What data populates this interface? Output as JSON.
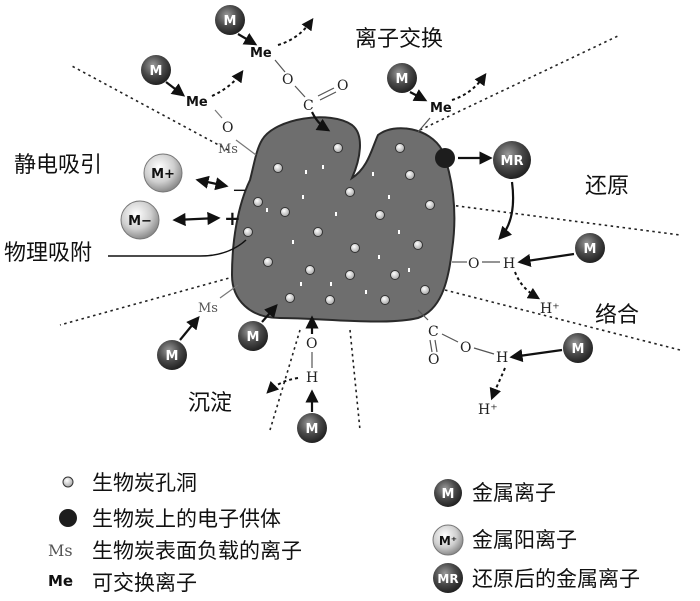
{
  "labels": {
    "ion_exchange": "离子交换",
    "electrostatic": "静电吸引",
    "reduction": "还原",
    "physical": "物理吸附",
    "complexation": "络合",
    "precipitation": "沉淀"
  },
  "legend": {
    "pore": "生物炭孔洞",
    "donor": "生物炭上的电子供体",
    "ms_symbol": "Ms",
    "ms_text": "生物炭表面负载的离子",
    "me_symbol": "Me",
    "me_text": "可交换离子",
    "metal_symbol": "M",
    "metal_text": "金属离子",
    "cation_symbol": "M⁺",
    "cation_text": "金属阳离子",
    "reduced_symbol": "MR",
    "reduced_text": "还原后的金属离子"
  },
  "symbols": {
    "M": "M",
    "M_plus": "M+",
    "M_minus": "M−",
    "MR": "MR",
    "Me": "Me",
    "Ms": "Ms",
    "O": "O",
    "C": "C",
    "H": "H",
    "H_plus": "H⁺",
    "plus": "+",
    "minus": "−"
  }
}
